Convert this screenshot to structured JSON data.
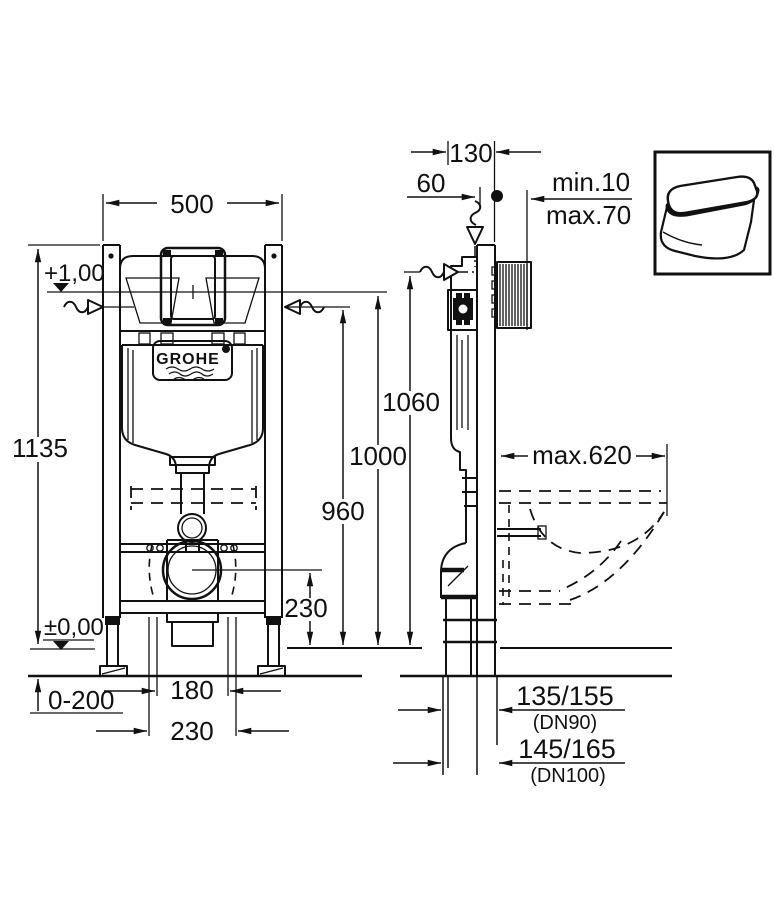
{
  "front_view": {
    "width": "500",
    "height": "1135",
    "level_top": "+1,00",
    "level_floor": "±0,00",
    "feet_adjust": "0-200",
    "spacing_inner": "180",
    "spacing_outer": "230",
    "drain_height": "230",
    "dim_flush": "960",
    "dim_level": "1000",
    "dim_top": "1060",
    "logo": "GROHE"
  },
  "side_view": {
    "offset_130": "130",
    "offset_60": "60",
    "wall_min": "min.10",
    "wall_max": "max.70",
    "bowl_depth": "max.620",
    "dn90_value": "135/155",
    "dn90_caption": "(DN90)",
    "dn100_value": "145/165",
    "dn100_caption": "(DN100)"
  }
}
